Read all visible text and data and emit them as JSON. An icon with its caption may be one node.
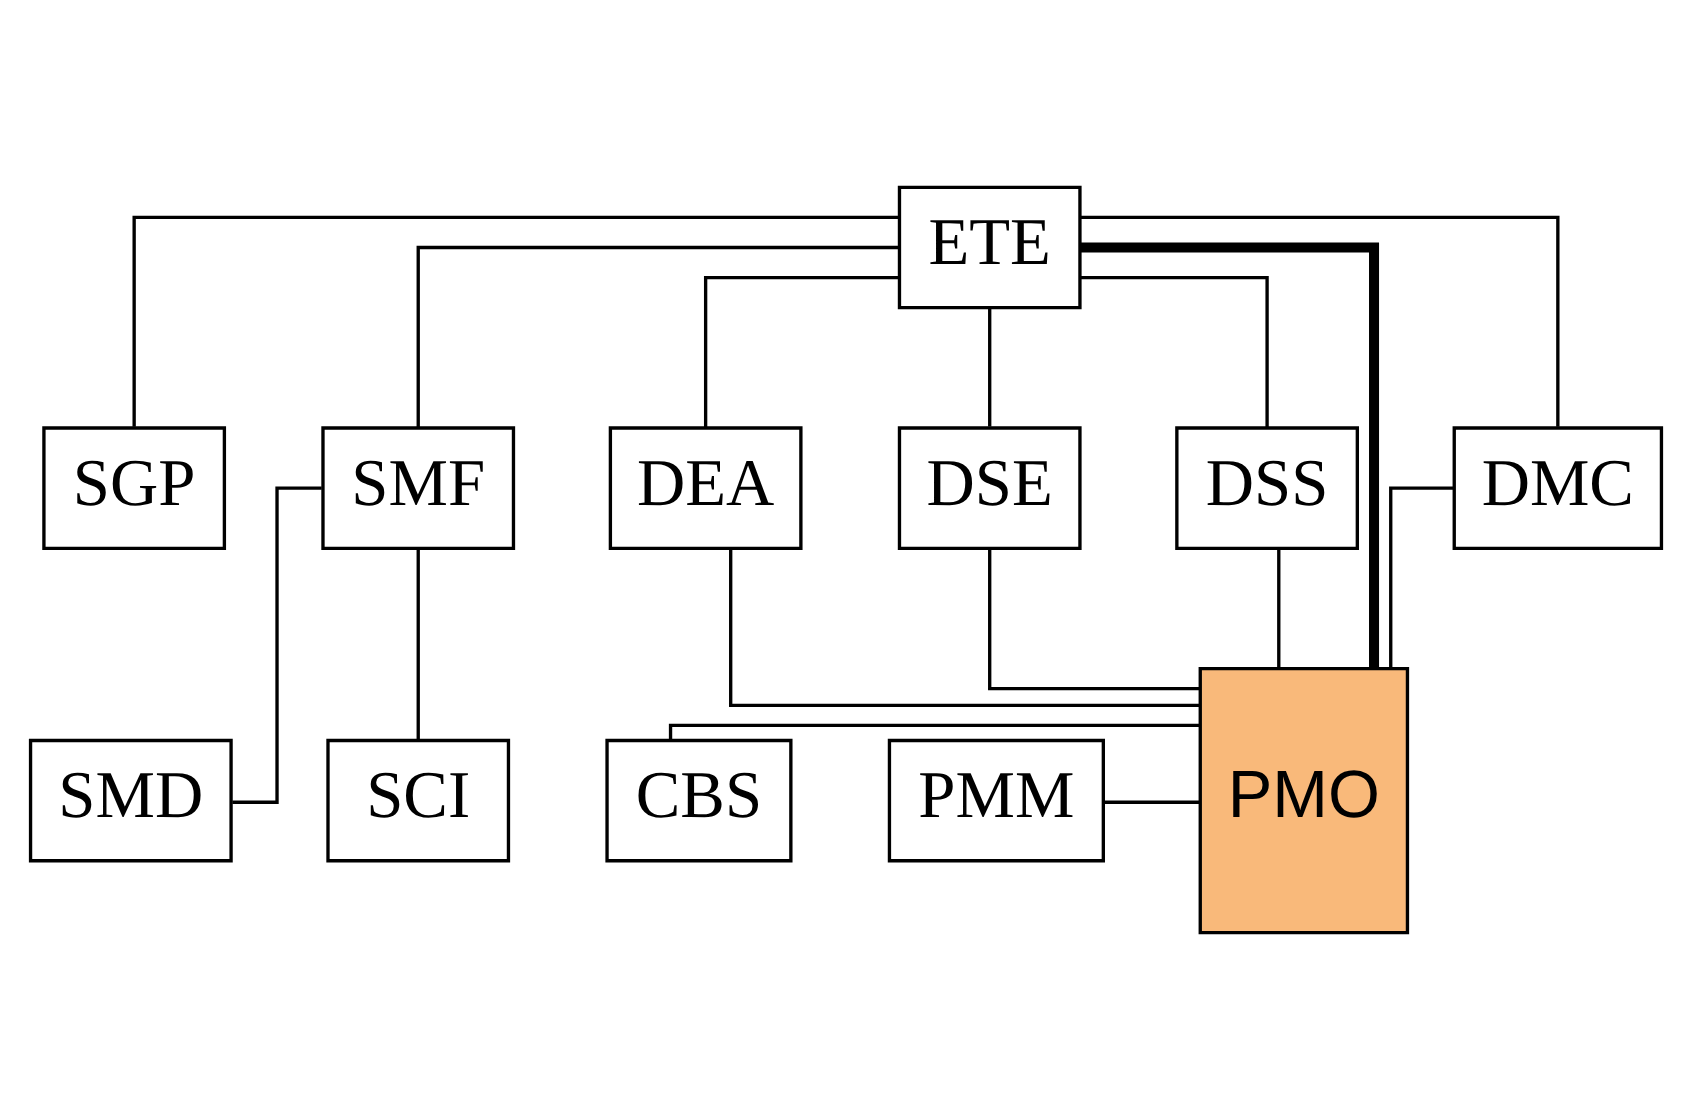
{
  "diagram": {
    "nodes": [
      {
        "text": [
          "ETE"
        ]
      },
      {
        "text": [
          "SGP"
        ]
      },
      {
        "text": [
          "SMF"
        ]
      },
      {
        "text": [
          "SMD"
        ]
      },
      {
        "text": [
          "SCI"
        ]
      },
      {
        "text": [
          "DEA"
        ]
      },
      {
        "text": [
          "DSE"
        ]
      },
      {
        "text": [
          "DSS"
        ]
      },
      {
        "text": [
          "DMC"
        ]
      },
      {
        "text": [
          "CBS"
        ]
      },
      {
        "text": [
          "PMO"
        ]
      },
      {
        "text": [
          "PMM"
        ]
      }
    ],
    "edges": [
      {
        "from": 0,
        "to": 1,
        "arrow": "none"
      },
      {
        "from": 0,
        "to": 2,
        "arrow": "none"
      },
      {
        "from": 2,
        "to": 3,
        "arrow": "none"
      },
      {
        "from": 2,
        "to": 4,
        "arrow": "none"
      },
      {
        "from": 0,
        "to": 5,
        "arrow": "none"
      },
      {
        "from": 0,
        "to": 6,
        "arrow": "none"
      },
      {
        "from": 0,
        "to": 7,
        "arrow": "none"
      },
      {
        "from": 0,
        "to": 8,
        "arrow": "none"
      },
      {
        "from": 0,
        "to": 10,
        "arrow": "none",
        "style": "thick"
      },
      {
        "from": 9,
        "to": 10,
        "arrow": "none"
      },
      {
        "from": 11,
        "to": 10,
        "arrow": "none"
      },
      {
        "from": 5,
        "to": 10,
        "arrow": "none"
      },
      {
        "from": 6,
        "to": 10,
        "arrow": "none"
      },
      {
        "from": 7,
        "to": 10,
        "arrow": "none"
      },
      {
        "from": 8,
        "to": 10,
        "arrow": "none"
      }
    ]
  }
}
